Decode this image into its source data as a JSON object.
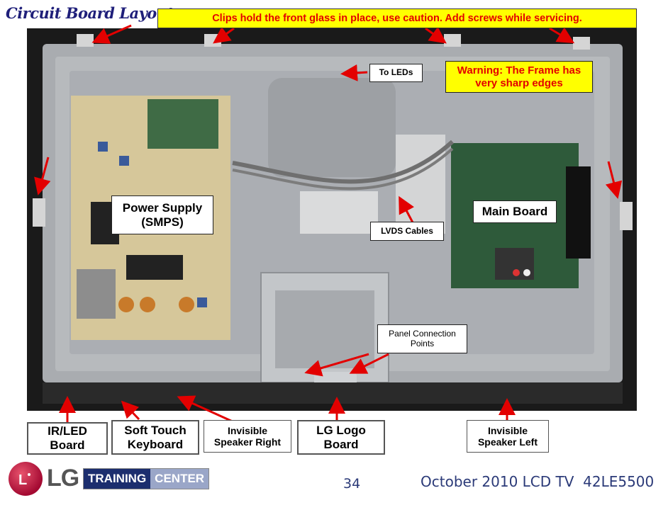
{
  "title": "Circuit Board Layout",
  "banner": "Clips hold the front glass in place, use caution. Add screws while servicing.",
  "warning": {
    "line1": "Warning: The Frame has",
    "line2": "very sharp edges"
  },
  "callouts": {
    "to_leds": "To LEDs",
    "power_supply_1": "Power Supply",
    "power_supply_2": "(SMPS)",
    "main_board": "Main Board",
    "lvds_cables": "LVDS Cables",
    "panel_conn_1": "Panel Connection",
    "panel_conn_2": "Points"
  },
  "bottom_labels": {
    "ir_led_1": "IR/LED",
    "ir_led_2": "Board",
    "soft_touch_1": "Soft Touch",
    "soft_touch_2": "Keyboard",
    "spk_right_1": "Invisible",
    "spk_right_2": "Speaker Right",
    "lg_logo_1": "LG Logo",
    "lg_logo_2": "Board",
    "spk_left_1": "Invisible",
    "spk_left_2": "Speaker Left"
  },
  "footer": {
    "logo_text": "LG",
    "training": "TRAINING",
    "center": "CENTER",
    "page": "34",
    "date_model": "October 2010 LCD TV  42LE5500"
  },
  "colors": {
    "title": "#1f1f7a",
    "banner_bg": "#ffff00",
    "banner_text": "#e30000",
    "arrow": "#e30000",
    "footer_text": "#2b3a78"
  }
}
